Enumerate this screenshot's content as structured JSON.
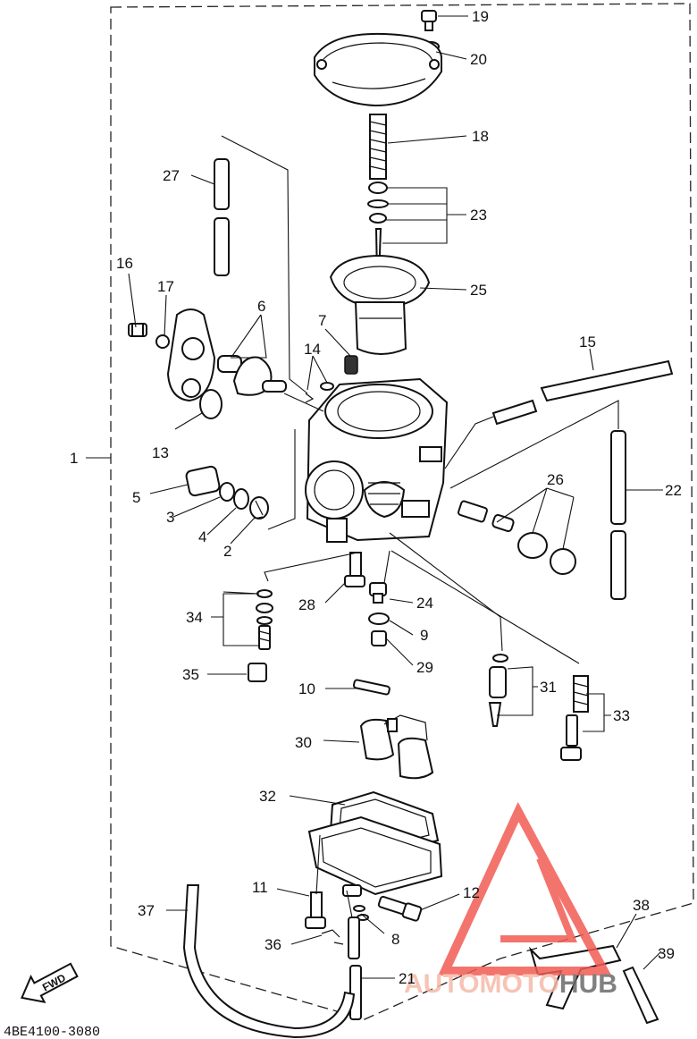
{
  "diagram_code": "4BE4100-3080",
  "fwd_label": "FWD",
  "watermark": {
    "parts": [
      "AUTOMOTO",
      "HUB"
    ],
    "colors": {
      "triangle": "#f25c54",
      "text_main": "#f6b9a8",
      "text_hub": "#6b6b6b"
    }
  },
  "callouts": [
    {
      "id": "c19",
      "text": "19"
    },
    {
      "id": "c20",
      "text": "20"
    },
    {
      "id": "c18",
      "text": "18"
    },
    {
      "id": "c27",
      "text": "27"
    },
    {
      "id": "c23",
      "text": "23"
    },
    {
      "id": "c25",
      "text": "25"
    },
    {
      "id": "c16",
      "text": "16"
    },
    {
      "id": "c17",
      "text": "17"
    },
    {
      "id": "c6",
      "text": "6"
    },
    {
      "id": "c7",
      "text": "7"
    },
    {
      "id": "c15",
      "text": "15"
    },
    {
      "id": "c14",
      "text": "14"
    },
    {
      "id": "c13",
      "text": "13"
    },
    {
      "id": "c1",
      "text": "1"
    },
    {
      "id": "c26",
      "text": "26"
    },
    {
      "id": "c22",
      "text": "22"
    },
    {
      "id": "c5",
      "text": "5"
    },
    {
      "id": "c3",
      "text": "3"
    },
    {
      "id": "c4",
      "text": "4"
    },
    {
      "id": "c2",
      "text": "2"
    },
    {
      "id": "c28",
      "text": "28"
    },
    {
      "id": "c24",
      "text": "24"
    },
    {
      "id": "c34",
      "text": "34"
    },
    {
      "id": "c9",
      "text": "9"
    },
    {
      "id": "c29",
      "text": "29"
    },
    {
      "id": "c35",
      "text": "35"
    },
    {
      "id": "c10",
      "text": "10"
    },
    {
      "id": "c31",
      "text": "31"
    },
    {
      "id": "c33",
      "text": "33"
    },
    {
      "id": "c30",
      "text": "30"
    },
    {
      "id": "c32",
      "text": "32"
    },
    {
      "id": "c11",
      "text": "11"
    },
    {
      "id": "c12",
      "text": "12"
    },
    {
      "id": "c38",
      "text": "38"
    },
    {
      "id": "c37",
      "text": "37"
    },
    {
      "id": "c8",
      "text": "8"
    },
    {
      "id": "c36",
      "text": "36"
    },
    {
      "id": "c39",
      "text": "39"
    },
    {
      "id": "c21",
      "text": "21"
    }
  ]
}
